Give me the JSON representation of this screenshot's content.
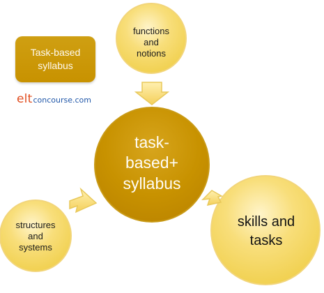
{
  "diagram": {
    "title_box": "Task-based\nsyllabus",
    "brand": {
      "main": "elt",
      "sub": "concourse.com"
    },
    "nodes": {
      "top": "functions\nand\nnotions",
      "center": "task-\nbased+\nsyllabus",
      "left": "structures\nand\nsystems",
      "right": "skills and\ntasks"
    },
    "colors": {
      "gold_dark": "#C89200",
      "gold_light": "#F7DB6A",
      "cream": "#FFF3C8",
      "arrow_fill": "#F5D668",
      "brand_orange": "#E14D1F",
      "brand_blue": "#1F56A8"
    }
  }
}
